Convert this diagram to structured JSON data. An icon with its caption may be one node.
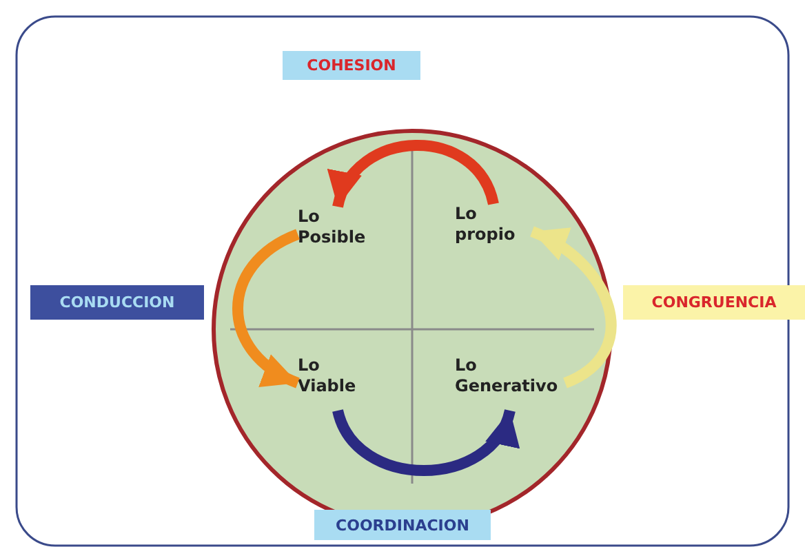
{
  "diagram": {
    "nodes": [
      {
        "text": [],
        "shape": "circle"
      },
      {
        "text": [
          "Lo Posible"
        ],
        "in": 0
      },
      {
        "text": [
          "Lo propio"
        ],
        "in": 0
      },
      {
        "text": [
          "Lo Viable"
        ],
        "in": 0
      },
      {
        "text": [
          "Lo Generativo"
        ],
        "in": 0
      },
      {
        "text": [
          "COHESION"
        ]
      },
      {
        "text": [
          "CONDUCCION"
        ]
      },
      {
        "text": [
          "CONGRUENCIA"
        ]
      },
      {
        "text": [
          "COORDINACION"
        ]
      }
    ],
    "edges": [
      {
        "from": 2,
        "to": 1,
        "arrow": "to",
        "color": "#e03a1e"
      },
      {
        "from": 1,
        "to": 3,
        "arrow": "to",
        "color": "#f08c1e"
      },
      {
        "from": 3,
        "to": 4,
        "arrow": "to",
        "color": "#2b2a82"
      },
      {
        "from": 4,
        "to": 2,
        "arrow": "to",
        "color": "#ece48a"
      }
    ]
  }
}
